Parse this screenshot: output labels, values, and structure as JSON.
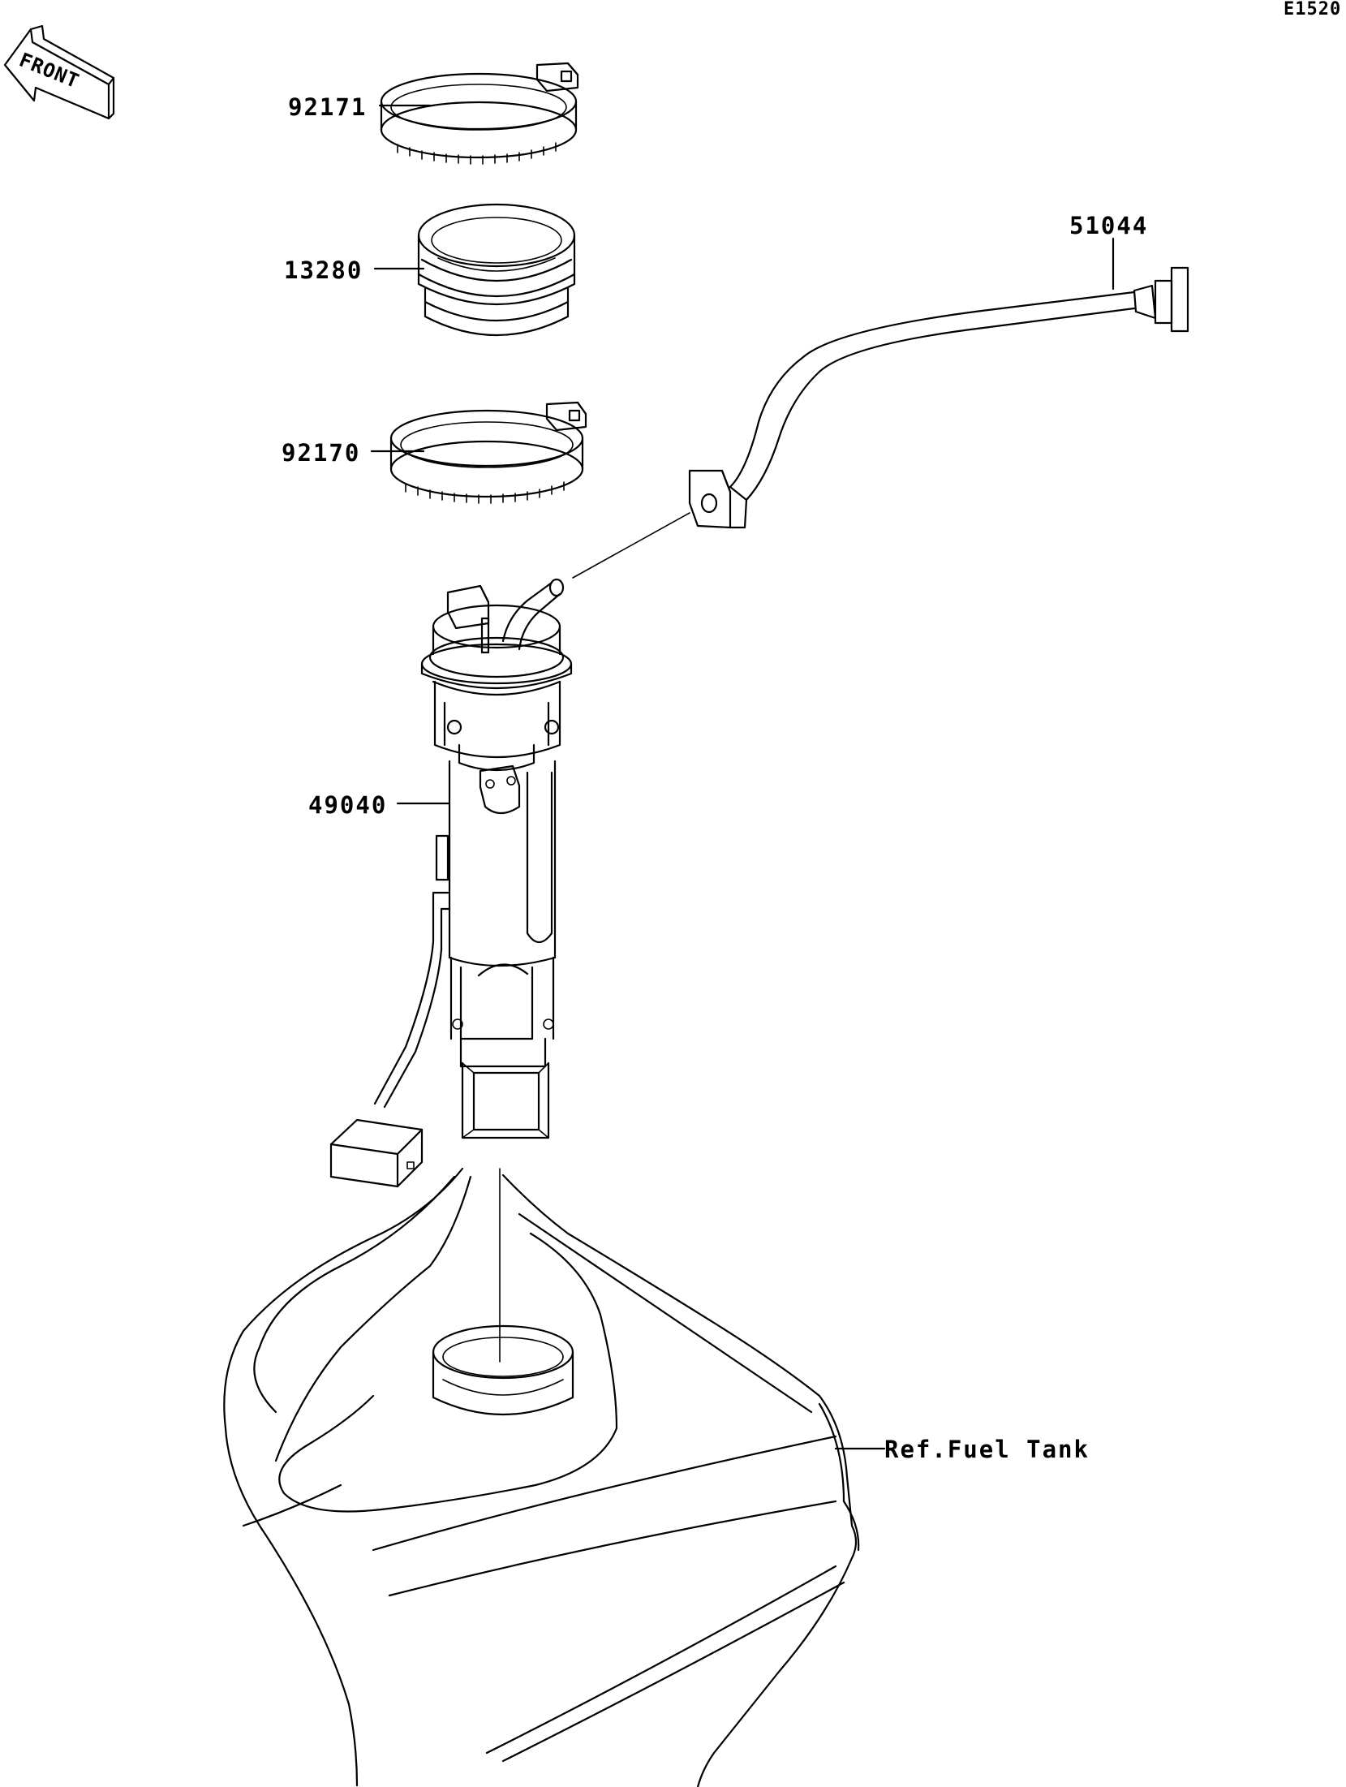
{
  "diagram_code": "E1520",
  "front_arrow": {
    "label": "FRONT",
    "icon": "front-direction-arrow-icon"
  },
  "parts": [
    {
      "id": "clamp-top",
      "number": "92171"
    },
    {
      "id": "grommet",
      "number": "13280"
    },
    {
      "id": "clamp-bottom",
      "number": "92170"
    },
    {
      "id": "fuel-hose",
      "number": "51044"
    },
    {
      "id": "fuel-pump",
      "number": "49040"
    },
    {
      "id": "fuel-tank-ref",
      "number": "Ref.Fuel Tank"
    }
  ]
}
